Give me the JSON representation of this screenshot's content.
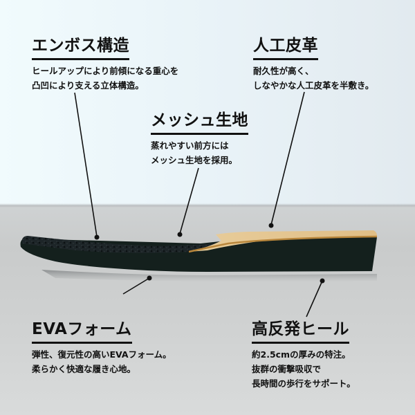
{
  "features": [
    {
      "id": "emboss",
      "title": "エンボス構造",
      "lines": [
        "ヒールアップにより前傾になる重心を",
        "凸凹により支える立体構造。"
      ]
    },
    {
      "id": "leather",
      "title": "人工皮革",
      "lines": [
        "耐久性が高く、",
        "しなやかな人工皮革を半敷き。"
      ]
    },
    {
      "id": "mesh",
      "title": "メッシュ生地",
      "lines": [
        "蒸れやすい前方には",
        "メッシュ生地を採用。"
      ]
    },
    {
      "id": "eva",
      "title": "EVAフォーム",
      "lines": [
        "弾性、復元性の高いEVAフォーム。",
        "柔らかく快適な履き心地。"
      ]
    },
    {
      "id": "heel",
      "title": "高反発ヒール",
      "lines": [
        "約2.5cmの厚みの特注。",
        "抜群の衝撃吸収で",
        "長時間の歩行をサポート。"
      ]
    }
  ],
  "colors": {
    "text": "#111111",
    "insole_dark": "#14201d",
    "leather": "#e3c38e",
    "leather_edge": "#b8863c"
  }
}
